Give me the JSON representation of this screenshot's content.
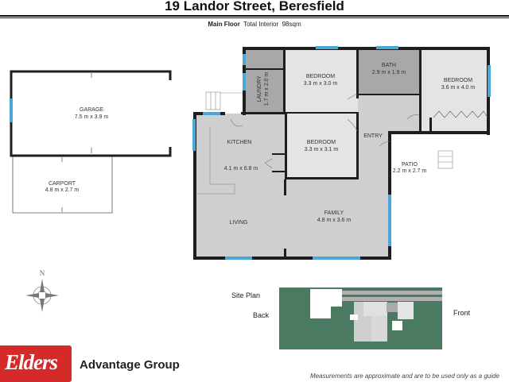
{
  "header": {
    "title": "19 Landor Street, Beresfield",
    "floor_label": "Main Floor",
    "total_label": "Total Interior",
    "total_value": "98sqm"
  },
  "rooms": {
    "garage": {
      "name": "GARAGE",
      "size": "7.5 m x 3.9 m"
    },
    "carport": {
      "name": "CARPORT",
      "size": "4.8 m x 2.7 m"
    },
    "laundry": {
      "name": "LAUNDRY",
      "size": "1.7 m x 2.0 m"
    },
    "bedroom1": {
      "name": "BEDROOM",
      "size": "3.3 m x 3.0 m"
    },
    "bath": {
      "name": "BATH",
      "size": "2.9 m x 1.9 m"
    },
    "bedroom2": {
      "name": "BEDROOM",
      "size": "3.6 m x 4.0 m"
    },
    "kitchen": {
      "name": "KITCHEN",
      "size": "4.1 m x 6.8 m"
    },
    "bedroom3": {
      "name": "BEDROOM",
      "size": "3.3 m x 3.1 m"
    },
    "entry": {
      "name": "ENTRY"
    },
    "patio": {
      "name": "PATIO",
      "size": "2.2 m x 2.7 m"
    },
    "living": {
      "name": "LIVING"
    },
    "family": {
      "name": "FAMILY",
      "size": "4.8 m x 3.6 m"
    }
  },
  "compass": {
    "north_label": "N"
  },
  "site_plan": {
    "title": "Site Plan",
    "back_label": "Back",
    "front_label": "Front"
  },
  "colors": {
    "wall": "#1e1e1e",
    "window": "#4aa8d8",
    "room_fill": "#e4e4e4",
    "wet_fill": "#a8a8a8",
    "living_fill": "#cfcfcf",
    "site_green": "#4a7a62",
    "brand_red": "#d42a2a"
  },
  "footer": {
    "logo_text": "Elders",
    "brand": "Advantage Group",
    "disclaimer": "Measurements are approximate and are to be used only as a guide"
  }
}
